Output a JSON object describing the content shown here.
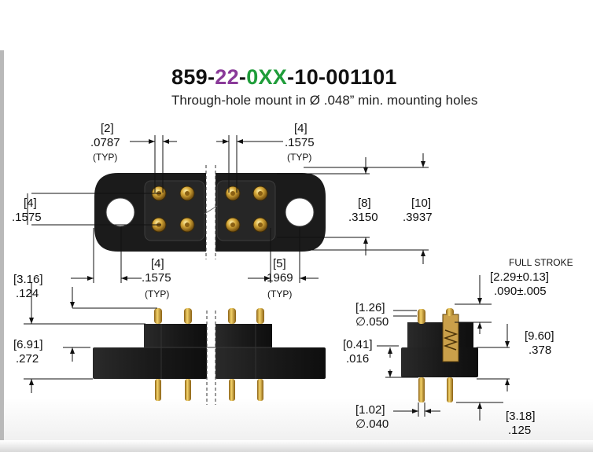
{
  "title": {
    "part1": "859-",
    "part2": "22",
    "part3": "-",
    "part4": "0XX",
    "part5": "-10-001101"
  },
  "subtitle": "Through-hole mount in Ø .048” min. mounting holes",
  "colors": {
    "purple": "#8a3a99",
    "green": "#1f9d3a",
    "body": "#1c1c1c",
    "gold": "#d7a93a"
  },
  "dims": {
    "pitch_mm": "[2]",
    "pitch_in": ".0787",
    "pitch_typ": "(TYP)",
    "row_mm": "[4]",
    "row_in": ".1575",
    "row_typ": "(TYP)",
    "row_left_mm": "[4]",
    "row_left_in": ".1575",
    "h8_mm": "[8]",
    "h8_in": ".3150",
    "h10_mm": "[10]",
    "h10_in": ".3937",
    "bottom4_mm": "[4]",
    "bottom4_in": ".1575",
    "bottom4_typ": "(TYP)",
    "bottom5_mm": "[5]",
    "bottom5_in": ".1969",
    "bottom5_typ": "(TYP)",
    "d316_mm": "[3.16]",
    "d316_in": ".124",
    "d691_mm": "[6.91]",
    "d691_in": ".272",
    "stroke_label": "FULL STROKE",
    "stroke_mm": "[2.29±0.13]",
    "stroke_in": ".090±.005",
    "d126_mm": "[1.26]",
    "d126_in": "∅.050",
    "d041_mm": "[0.41]",
    "d041_in": ".016",
    "d960_mm": "[9.60]",
    "d960_in": ".378",
    "d102_mm": "[1.02]",
    "d102_in": "∅.040",
    "d318_mm": "[3.18]",
    "d318_in": ".125"
  }
}
